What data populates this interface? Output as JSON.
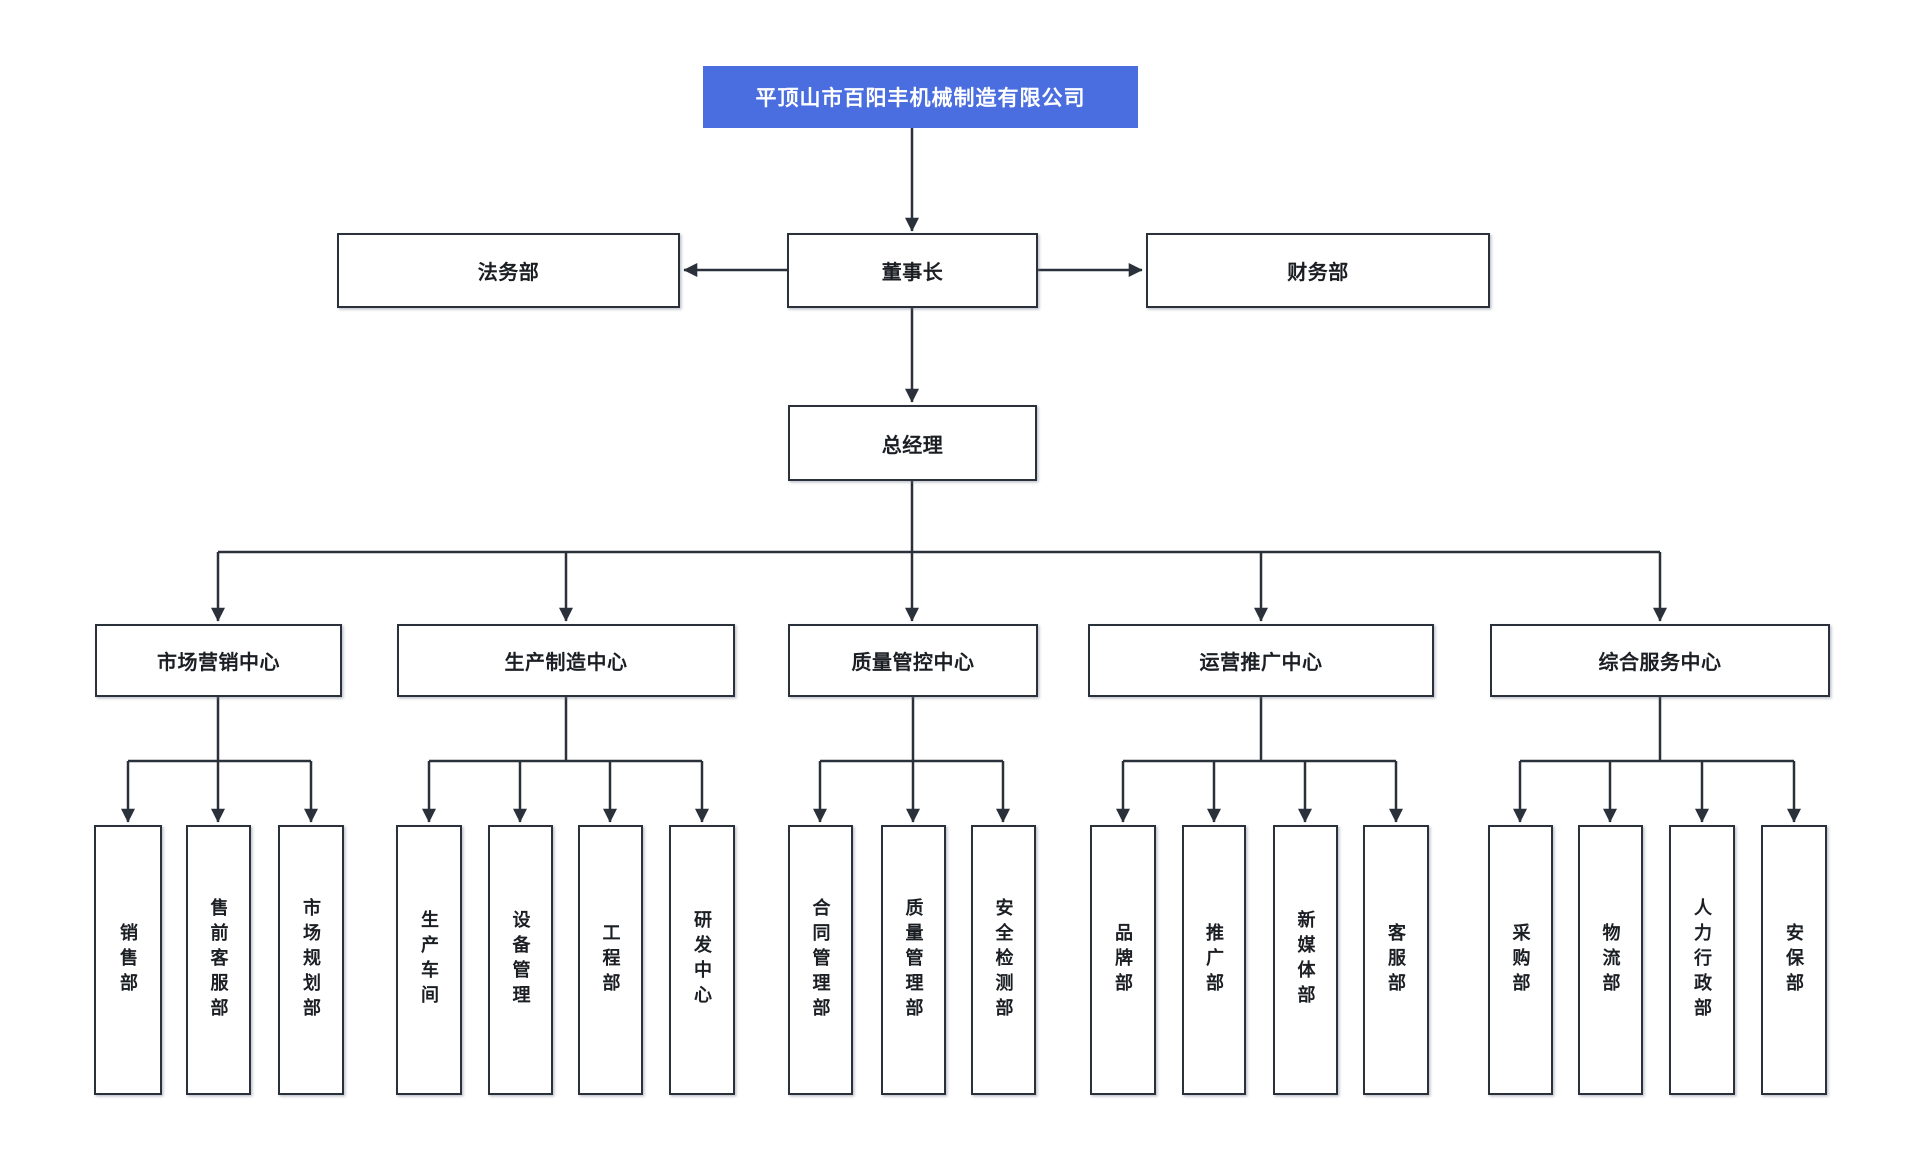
{
  "org": {
    "root": "平顶山市百阳丰机械制造有限公司",
    "chairman": "董事长",
    "legal": "法务部",
    "finance": "财务部",
    "general_manager": "总经理",
    "centers": [
      {
        "label": "市场营销中心",
        "departments": [
          "销售部",
          "售前客服部",
          "市场规划部"
        ]
      },
      {
        "label": "生产制造中心",
        "departments": [
          "生产车间",
          "设备管理",
          "工程部",
          "研发中心"
        ]
      },
      {
        "label": "质量管控中心",
        "departments": [
          "合同管理部",
          "质量管理部",
          "安全检测部"
        ]
      },
      {
        "label": "运营推广中心",
        "departments": [
          "品牌部",
          "推广部",
          "新媒体部",
          "客服部"
        ]
      },
      {
        "label": "综合服务中心",
        "departments": [
          "采购部",
          "物流部",
          "人力行政部",
          "安保部"
        ]
      }
    ]
  },
  "colors": {
    "root_bg": "#4a6de0",
    "root_text": "#ffffff",
    "line": "#2b313a",
    "node_border": "#2b313a",
    "node_bg": "#ffffff",
    "node_text": "#1b1f24",
    "canvas_bg": "#ffffff"
  }
}
